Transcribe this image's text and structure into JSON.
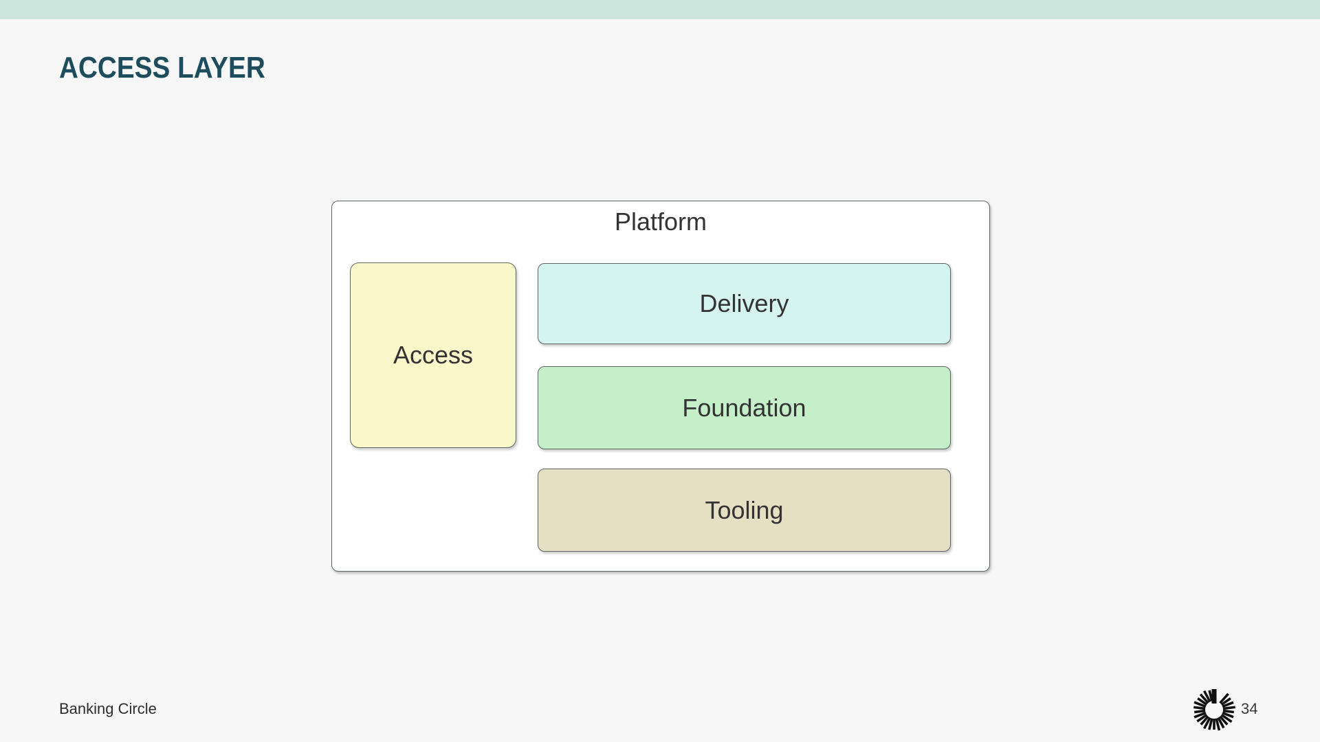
{
  "slide": {
    "title": "ACCESS LAYER",
    "footer": {
      "company": "Banking Circle",
      "page_number": "34"
    }
  },
  "diagram": {
    "container_label": "Platform",
    "boxes": [
      {
        "id": "access",
        "label": "Access",
        "fill": "#faf7ca"
      },
      {
        "id": "delivery",
        "label": "Delivery",
        "fill": "#d5f4ef"
      },
      {
        "id": "foundation",
        "label": "Foundation",
        "fill": "#c5efc9"
      },
      {
        "id": "tooling",
        "label": "Tooling",
        "fill": "#e5dfc4"
      }
    ]
  },
  "colors": {
    "top_bar": "#cbe5dd",
    "background": "#f7f7f7",
    "title_text": "#1d4d5d",
    "box_border": "#5c6562",
    "box_label_text": "#333333",
    "logo": "#111111"
  },
  "icons": {
    "logo_name": "banking-circle-sunburst-logo"
  }
}
